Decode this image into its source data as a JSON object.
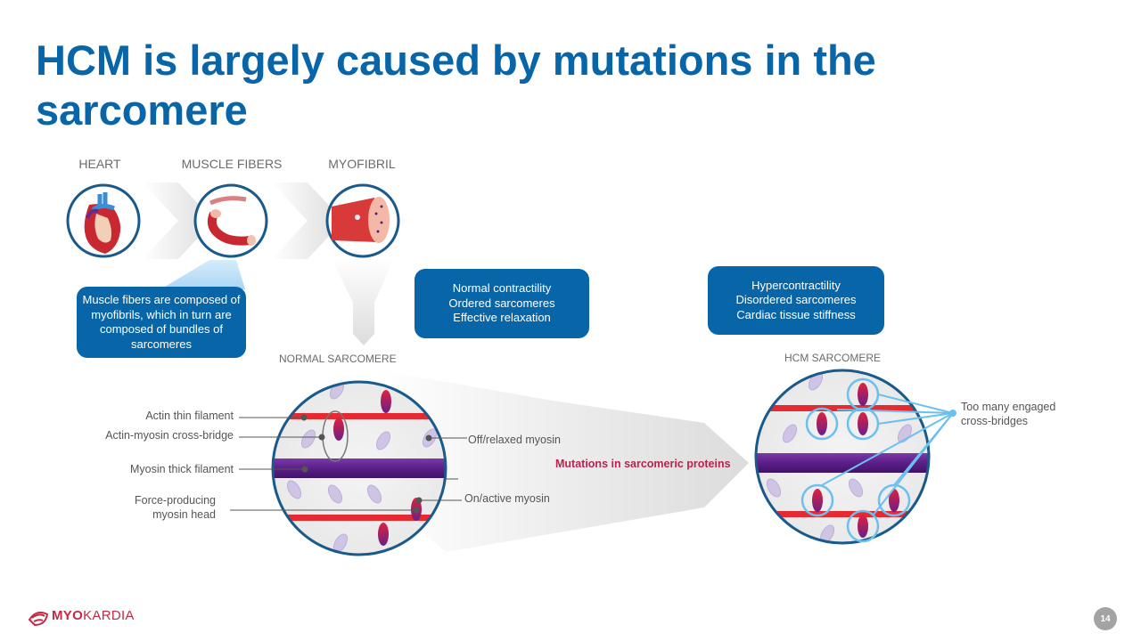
{
  "slide": {
    "title": "HCM is largely caused by mutations in the sarcomere",
    "page_number": "14"
  },
  "stages": [
    {
      "label": "HEART",
      "icon": "heart-icon"
    },
    {
      "label": "MUSCLE FIBERS",
      "icon": "muscle-fibers-icon"
    },
    {
      "label": "MYOFIBRIL",
      "icon": "myofibril-icon"
    }
  ],
  "callouts": {
    "fibers_note": "Muscle fibers are composed of myofibrils, which in turn are composed of bundles of sarcomeres",
    "normal_lines": [
      "Normal contractility",
      "Ordered sarcomeres",
      "Effective relaxation"
    ],
    "hcm_lines": [
      "Hypercontractility",
      "Disordered sarcomeres",
      "Cardiac tissue stiffness"
    ]
  },
  "sarcomeres": {
    "normal_label": "NORMAL SARCOMERE",
    "hcm_label": "HCM SARCOMERE"
  },
  "annotations": {
    "actin": "Actin thin filament",
    "cross_bridge": "Actin-myosin cross-bridge",
    "thick": "Myosin thick filament",
    "head_line1": "Force-producing",
    "head_line2": "myosin head",
    "off": "Off/relaxed myosin",
    "on": "On/active myosin",
    "mutation": "Mutations in sarcomeric proteins",
    "too_many_line1": "Too many engaged",
    "too_many_line2": "cross-bridges"
  },
  "colors": {
    "brand_blue": "#0866a8",
    "accent_red": "#b8234f",
    "highlight_blue": "#6cc0f0"
  },
  "footer": {
    "logo_bold": "MYO",
    "logo_rest": "KARDIA"
  }
}
